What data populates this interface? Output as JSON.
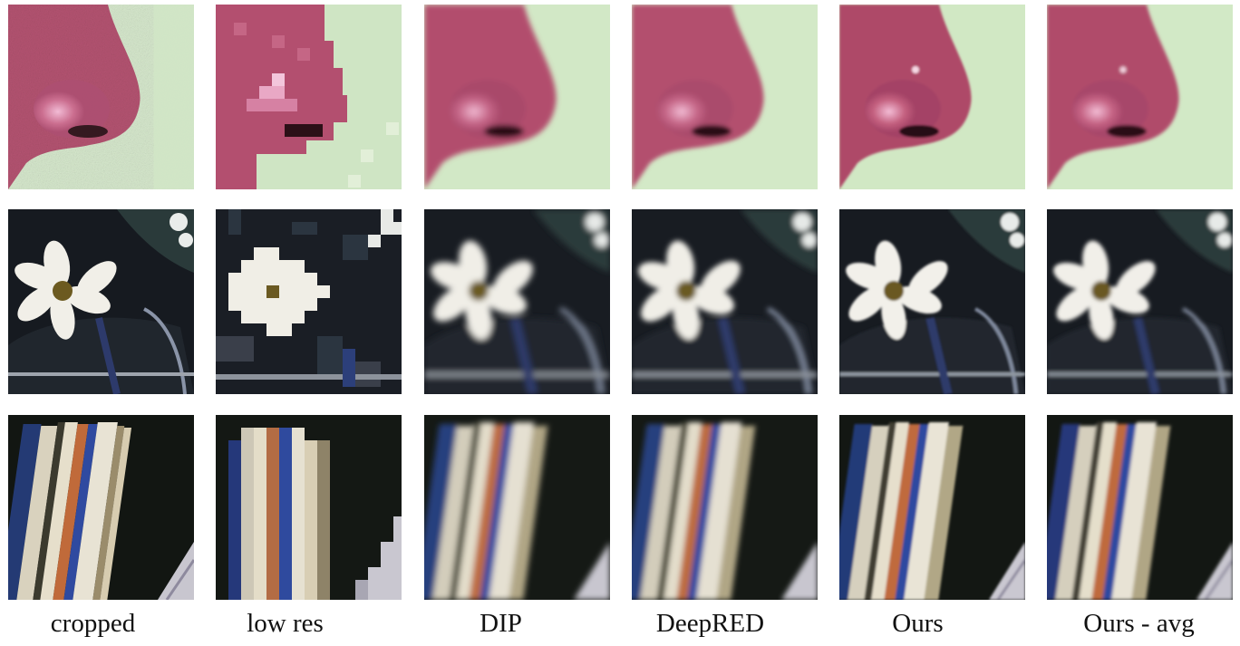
{
  "columns": [
    {
      "id": "cropped",
      "label": "cropped"
    },
    {
      "id": "low-res",
      "label": "low res"
    },
    {
      "id": "dip",
      "label": "DIP"
    },
    {
      "id": "deepred",
      "label": "DeepRED"
    },
    {
      "id": "ours",
      "label": "Ours"
    },
    {
      "id": "ours-avg",
      "label": "Ours - avg"
    }
  ],
  "rows": [
    {
      "id": "nose",
      "subject": "nose"
    },
    {
      "id": "flower",
      "subject": "flower"
    },
    {
      "id": "books",
      "subject": "books"
    }
  ],
  "colors": {
    "skin": "#b84f6e",
    "skin_dark": "#8c2f4b",
    "background_green": "#d2e8c6",
    "petal": "#f2f0ea",
    "flower_center": "#6b5a22",
    "dark_bg": "#1a1f24",
    "book_blue": "#2f4a9a",
    "book_cream": "#ddd6c2"
  }
}
